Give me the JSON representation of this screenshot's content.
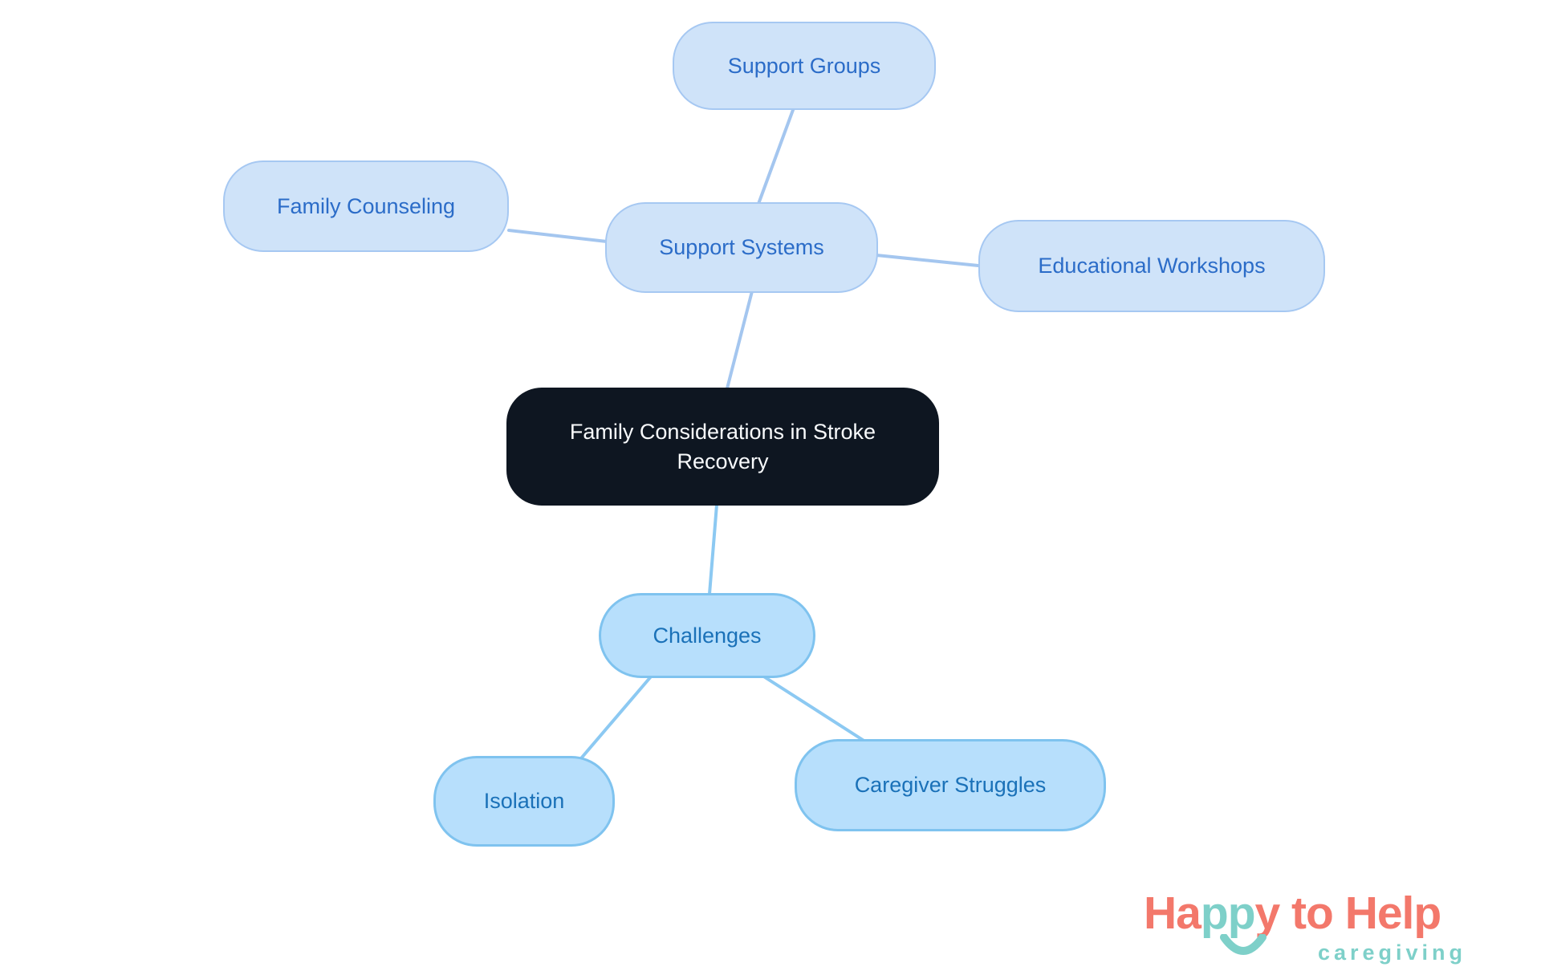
{
  "mindmap": {
    "nodes": {
      "central": {
        "label": "Family Considerations in Stroke Recovery"
      },
      "support_systems": {
        "label": "Support Systems"
      },
      "support_groups": {
        "label": "Support Groups"
      },
      "family_counseling": {
        "label": "Family Counseling"
      },
      "educational_workshops": {
        "label": "Educational Workshops"
      },
      "challenges": {
        "label": "Challenges"
      },
      "isolation": {
        "label": "Isolation"
      },
      "caregiver_struggles": {
        "label": "Caregiver Struggles"
      }
    },
    "colors": {
      "central_fill": "#0e1621",
      "central_text": "#f8fafc",
      "support_fill": "#cfe3f9",
      "support_border": "#a6c8f2",
      "support_text": "#2b6cc8",
      "support_edge": "#a4c6ef",
      "challenge_fill": "#b7dffc",
      "challenge_border": "#7fc3ef",
      "challenge_text": "#1a71b8",
      "challenge_edge": "#8cc9f2"
    }
  },
  "logo": {
    "title_part_ha": "Ha",
    "title_part_pp": "pp",
    "title_part_rest": "y to Help",
    "subtitle": "caregiving",
    "coral": "#f3786b",
    "teal": "#7ed0c9"
  }
}
